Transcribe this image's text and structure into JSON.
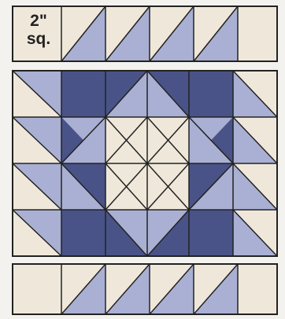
{
  "label": {
    "size_line1": "2\"",
    "size_line2": "sq."
  },
  "colors": {
    "background": "#f3f2ef",
    "cream": "#efe8da",
    "light_blue": "#aab0d3",
    "dark_blue": "#4a5387",
    "outline": "#222222"
  },
  "layout": {
    "top_strip": [
      "label",
      "hst_light_ne",
      "hst_light_ne",
      "hst_light_ne",
      "hst_light_ne",
      "plain_cream"
    ],
    "bottom_strip": [
      "plain_cream",
      "hst_light_ne",
      "hst_light_ne",
      "hst_light_ne",
      "hst_light_ne",
      "plain_cream"
    ],
    "block_grid_size": [
      6,
      4
    ],
    "block": [
      [
        "light_nw_triangle",
        "dark_square",
        "dark_square_light_nw_half",
        "dark_square_light_ne_half",
        "dark_square",
        "light_ne_triangle"
      ],
      [
        "light_nw_triangle",
        "dark_square_light_se_half",
        "center_diamond",
        "center_diamond",
        "dark_square_light_sw_half",
        "light_ne_triangle"
      ],
      [
        "light_nw_triangle",
        "dark_square_light_ne_half",
        "center_diamond",
        "center_diamond",
        "dark_square_light_nw_half",
        "light_ne_triangle"
      ],
      [
        "light_nw_triangle",
        "dark_square",
        "dark_square_light_sw_half",
        "dark_square_light_se_half",
        "dark_square",
        "light_ne_triangle"
      ]
    ]
  }
}
